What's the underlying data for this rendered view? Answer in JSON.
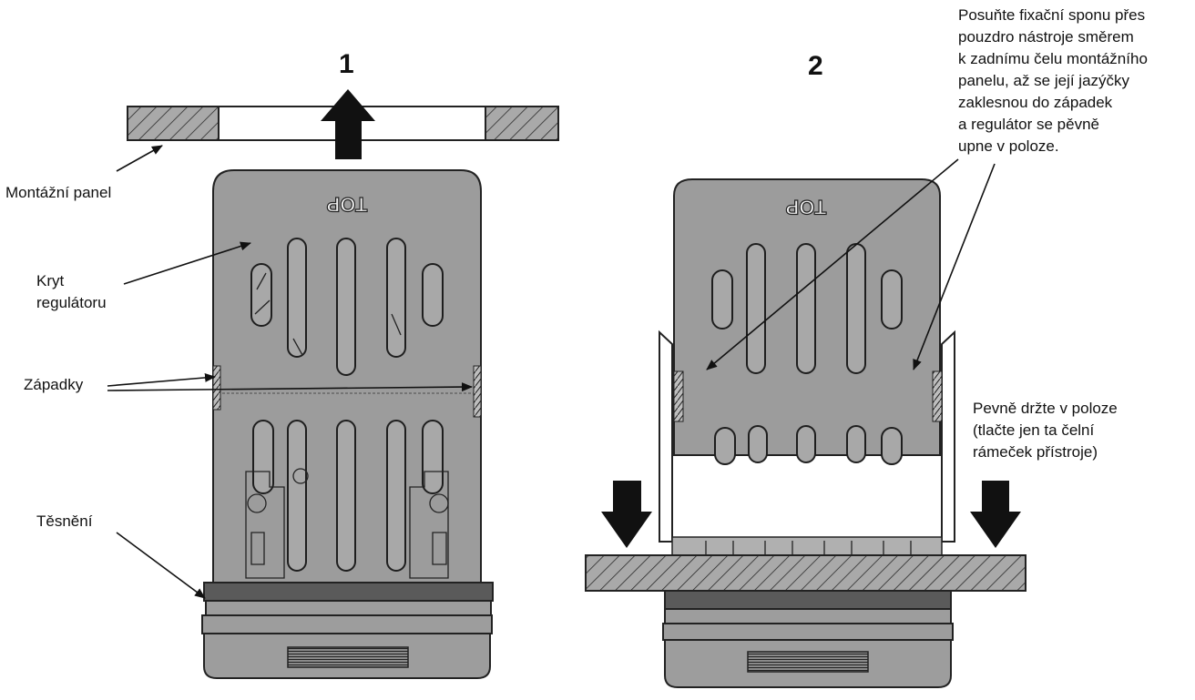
{
  "steps": {
    "step1": "1",
    "step2": "2"
  },
  "labels": {
    "mounting_panel": "Montážní panel",
    "cover_line1": "Kryt",
    "cover_line2": "regulátoru",
    "latches": "Západky",
    "seal": "Těsnění",
    "device_top": "TOP"
  },
  "instruction_text": [
    "Posuňte fixační sponu přes",
    "pouzdro nástroje směrem",
    "k zadnímu čelu montážního",
    "panelu,  až se její jazýčky",
    "zaklesnou do západek",
    "a regulátor se pěvně",
    "upne v poloze."
  ],
  "hold_text": [
    "Pevně držte v poloze",
    "(tlačte jen ta čelní",
    "rámeček přístroje)"
  ],
  "icons": [
    "up-arrow-icon",
    "down-arrow-icon"
  ]
}
